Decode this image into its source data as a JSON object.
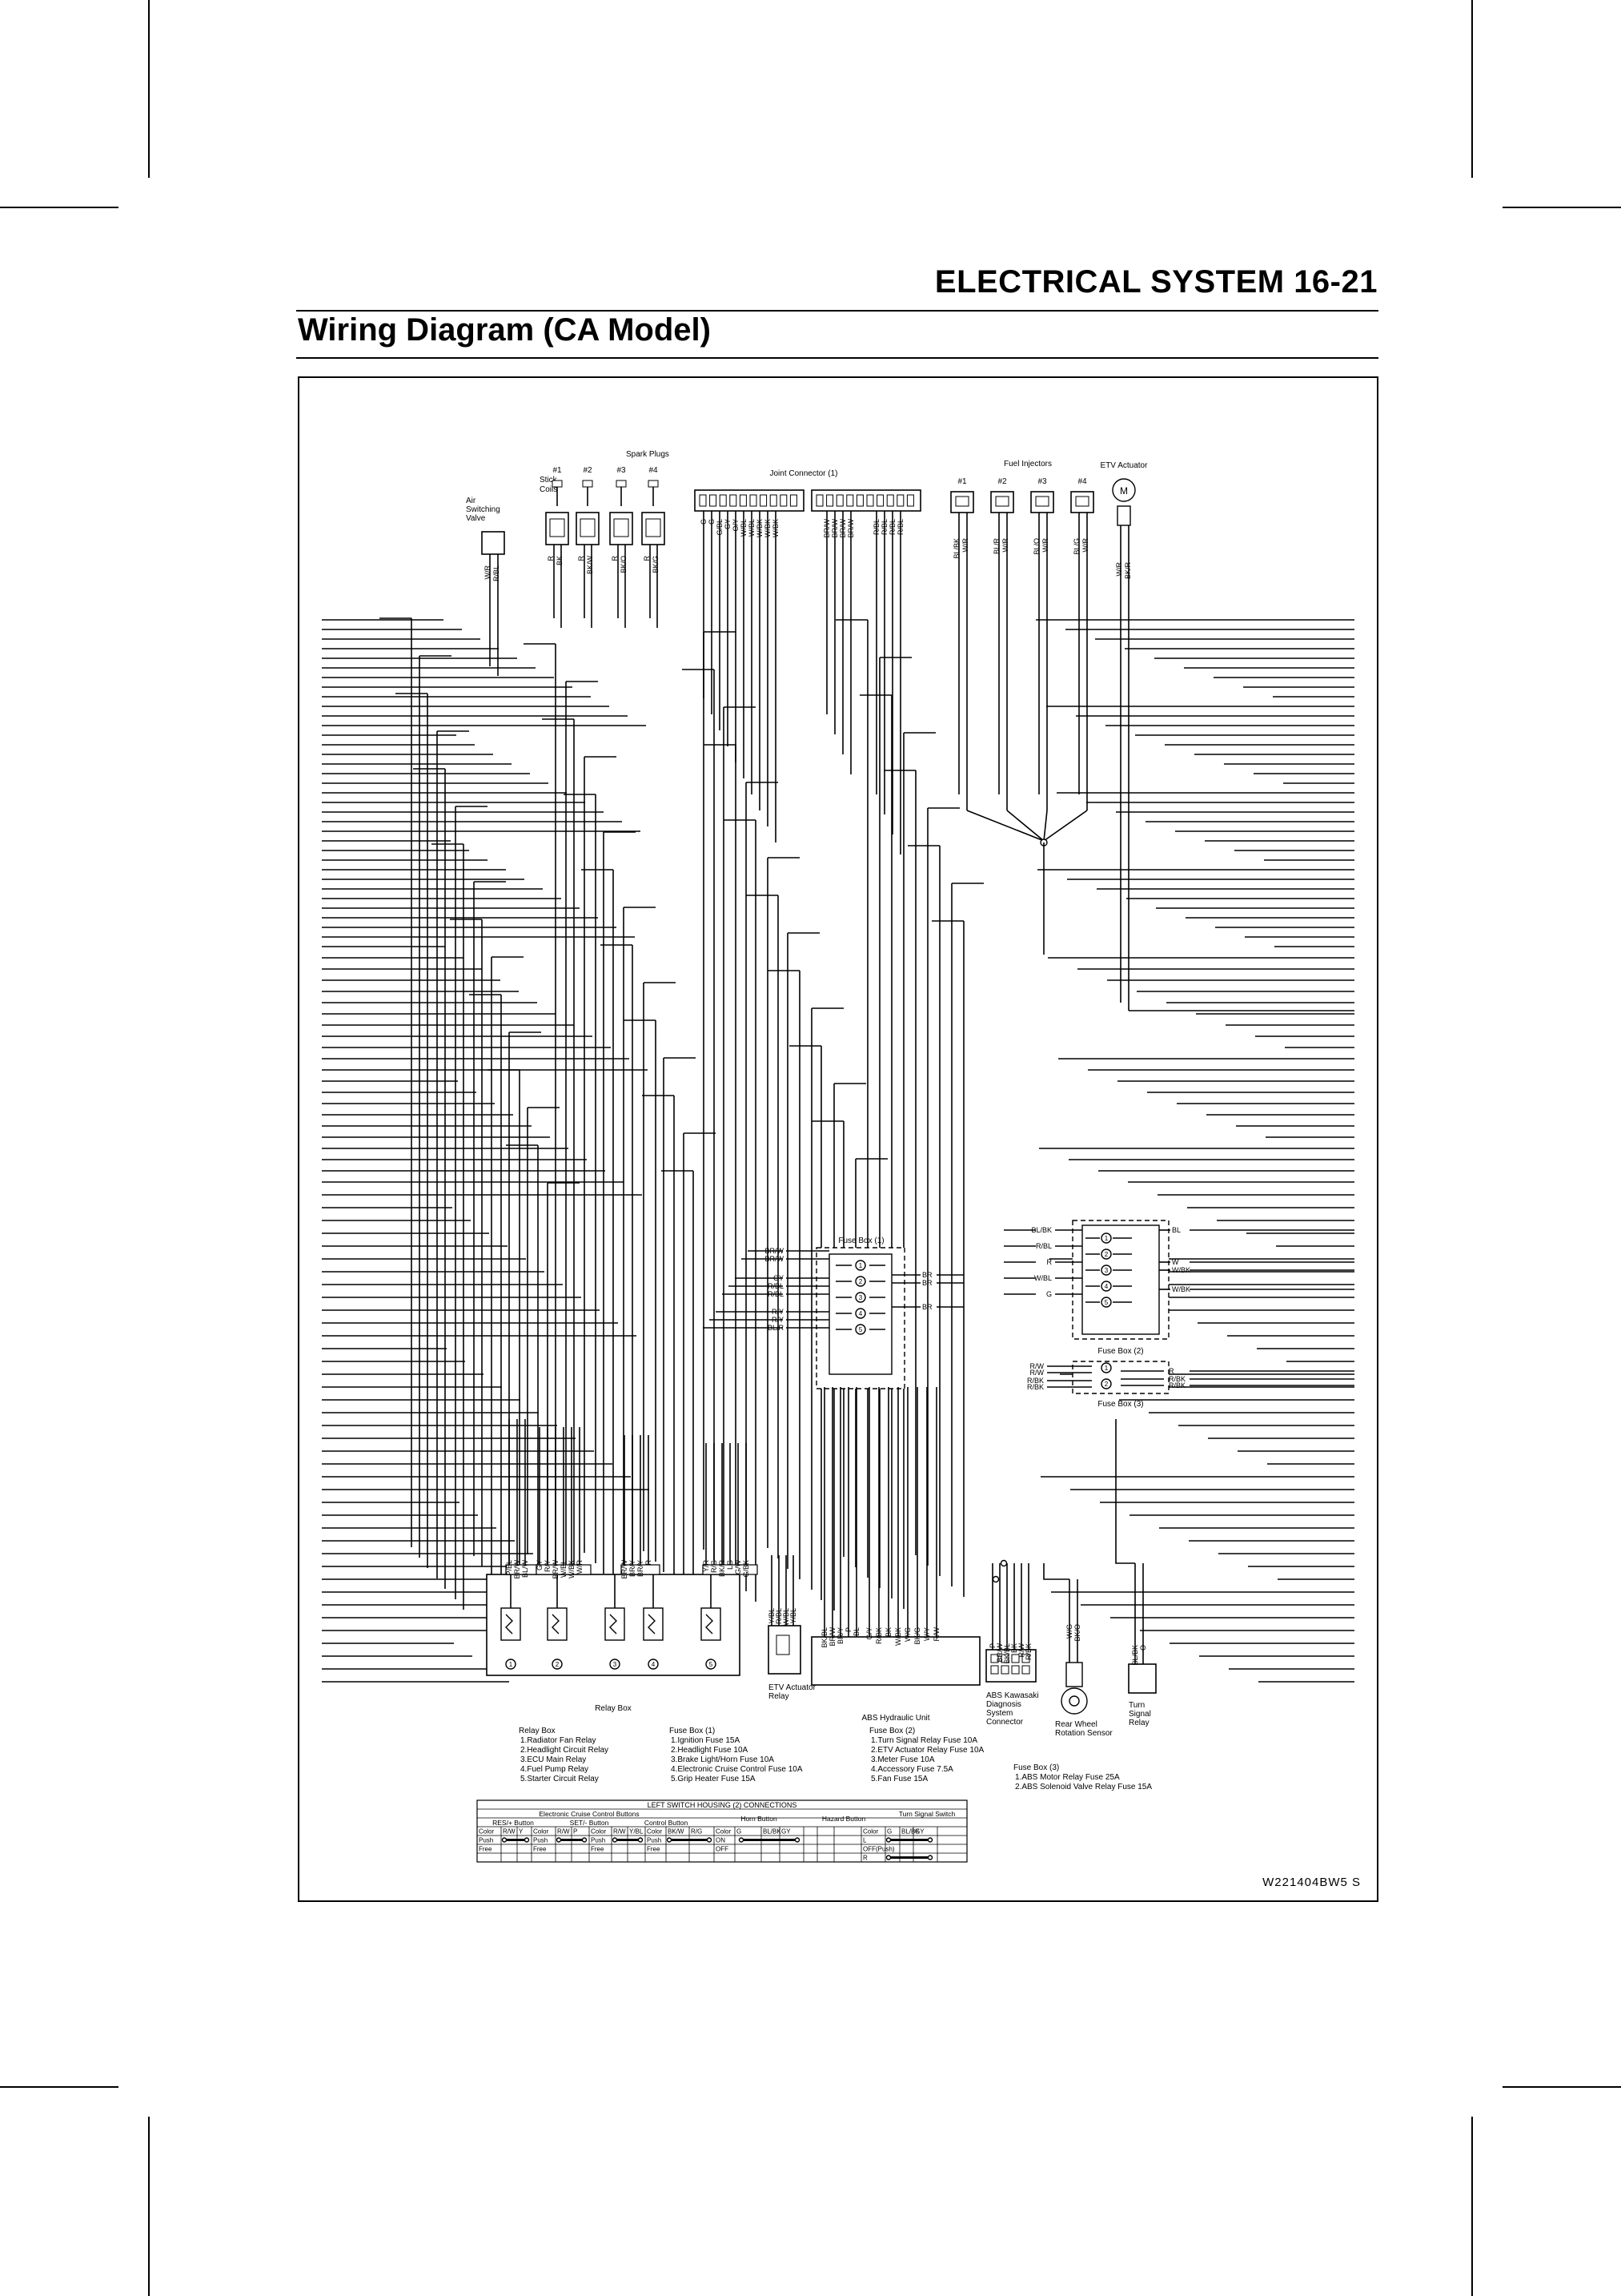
{
  "header": {
    "title": "ELECTRICAL SYSTEM 16-21"
  },
  "section": {
    "title": "Wiring Diagram (CA Model)"
  },
  "labels": {
    "spark_plugs": "Spark Plugs",
    "stick_coils": "Stick Coils",
    "air_valve": [
      "Air",
      "Switching",
      "Valve"
    ],
    "joint_connector": "Joint Connector (1)",
    "fuel_injectors": "Fuel Injectors",
    "etv_actuator": "ETV Actuator",
    "motor": "M",
    "fuse_box_1": "Fuse Box (1)",
    "fuse_box_2": "Fuse Box (2)",
    "fuse_box_3": "Fuse Box (3)",
    "relay_box": "Relay Box",
    "etv_relay": [
      "ETV Actuator",
      "Relay"
    ],
    "abs_unit": "ABS Hydraulic Unit",
    "abs_diag": [
      "ABS Kawasaki",
      "Diagnosis",
      "System",
      "Connector"
    ],
    "rear_sensor": [
      "Rear Wheel",
      "Rotation Sensor"
    ],
    "turn_relay": [
      "Turn",
      "Signal",
      "Relay"
    ]
  },
  "cylinders": [
    "#1",
    "#2",
    "#3",
    "#4"
  ],
  "wire_colors": {
    "air_valve": [
      "W/R",
      "R/BL"
    ],
    "coils": [
      [
        "R",
        "BK"
      ],
      [
        "R",
        "BK/W"
      ],
      [
        "R",
        "BK/O"
      ],
      [
        "R",
        "BK/G"
      ]
    ],
    "joint_left": [
      "G",
      "G",
      "G/BL",
      "GY",
      "O/Y",
      "W/BL",
      "W/BL",
      "W/BK",
      "W/BK",
      "W/BK"
    ],
    "joint_right": [
      "BR/W",
      "BR/W",
      "BR/W",
      "BR/W",
      "R/BL",
      "R/BL",
      "R/BL",
      "R/BL"
    ],
    "injectors": [
      [
        "BL/BK",
        "W/R"
      ],
      [
        "BL/R",
        "W/R"
      ],
      [
        "BL/O",
        "W/R"
      ],
      [
        "BL/G",
        "W/R"
      ]
    ],
    "etv": [
      "W/R",
      "BK/R"
    ],
    "fb1_left": [
      "BR/W",
      "BR/W",
      "GY",
      "R/BL",
      "R/BL",
      "R/Y",
      "R/Y",
      "BL/R"
    ],
    "fb1_right": [
      "BR",
      "BR",
      "BR"
    ],
    "fb2_left": [
      "BL/BK",
      "R/BL",
      "R",
      "W/BL",
      "G"
    ],
    "fb2_right": [
      "BL",
      "W",
      "W/BK",
      "W/BK"
    ],
    "fb3_left": [
      "R/W",
      "R/W",
      "R/BK",
      "R/BK"
    ],
    "fb3_right": [
      "R",
      "R/BK",
      "R/BK"
    ],
    "relay_groups": [
      [
        "P/BL",
        "BR/W",
        "BL/W"
      ],
      [
        "GY",
        "R/Y",
        "BR/W",
        "W/BL",
        "W/BK",
        "W/R"
      ],
      [
        "BR/W",
        "BR/Y",
        "BR/Y",
        "R"
      ],
      [
        "Y/R",
        "R/G",
        "BK/R",
        "LG",
        "G/W",
        "G/BK"
      ]
    ],
    "etv_relay_wires": [
      "Y/BL",
      "R/BL",
      "W/BL",
      "Y/BL"
    ],
    "abs_wires_a": [
      "BK/BL",
      "BR/W",
      "BR/Y",
      "P",
      "BL"
    ],
    "abs_wires_b": [
      "G/Y",
      "R/BK",
      "BK",
      "W/BK",
      "W/G",
      "BK/G",
      "W/Y",
      "R/W"
    ],
    "diag_wires": [
      "P",
      "BR/W",
      "BK/BL",
      "BK",
      "R/W",
      "R/BK"
    ],
    "sensor_wires": [
      "W/G",
      "BK/O"
    ],
    "turn_wires": [
      "BL/BK",
      "O"
    ]
  },
  "fuse_numbers": [
    "1",
    "2",
    "3",
    "4",
    "5"
  ],
  "legend": {
    "relay_box": {
      "title": "Relay Box",
      "items": [
        "1.Radiator Fan Relay",
        "2.Headlight Circuit Relay",
        "3.ECU Main Relay",
        "4.Fuel Pump Relay",
        "5.Starter Circuit Relay"
      ]
    },
    "fuse_box_1": {
      "title": "Fuse Box (1)",
      "items": [
        "1.Ignition Fuse 15A",
        "2.Headlight Fuse 10A",
        "3.Brake Light/Horn Fuse 10A",
        "4.Electronic Cruise Control Fuse 10A",
        "5.Grip Heater Fuse 15A"
      ]
    },
    "fuse_box_2": {
      "title": "Fuse Box (2)",
      "items": [
        "1.Turn Signal Relay Fuse 10A",
        "2.ETV Actuator Relay Fuse 10A",
        "3.Meter Fuse 10A",
        "4.Accessory Fuse 7.5A",
        "5.Fan Fuse 15A"
      ]
    },
    "fuse_box_3": {
      "title": "Fuse Box (3)",
      "items": [
        "1.ABS Motor Relay Fuse 25A",
        "2.ABS Solenoid Valve Relay Fuse 15A"
      ]
    }
  },
  "switch_table": {
    "title": "LEFT SWITCH HOUSING (2) CONNECTIONS",
    "group_header": "Electronic Cruise Control Buttons",
    "horn": "Horn Button",
    "hazard": "Hazard Button",
    "turn": "Turn Signal Switch",
    "res": "RES/+ Button",
    "set": "SET/- Button",
    "control": "Control Button",
    "color": "Color",
    "push": "Push",
    "free": "Free",
    "on": "ON",
    "off": "OFF",
    "l": "L",
    "offpush": "OFF(Push)",
    "r": "R",
    "c_res": [
      "R/W",
      "Y"
    ],
    "c_set": [
      "R/W",
      "P"
    ],
    "c_ctrl": [
      "R/W",
      "Y/BL"
    ],
    "c_horn": [
      "BK/W",
      "R/G"
    ],
    "c_hazard": [
      "G",
      "BL/BK",
      "GY"
    ],
    "c_turn": [
      "G",
      "BL/BK",
      "GY"
    ]
  },
  "figure_code": "W221404BW5  S"
}
